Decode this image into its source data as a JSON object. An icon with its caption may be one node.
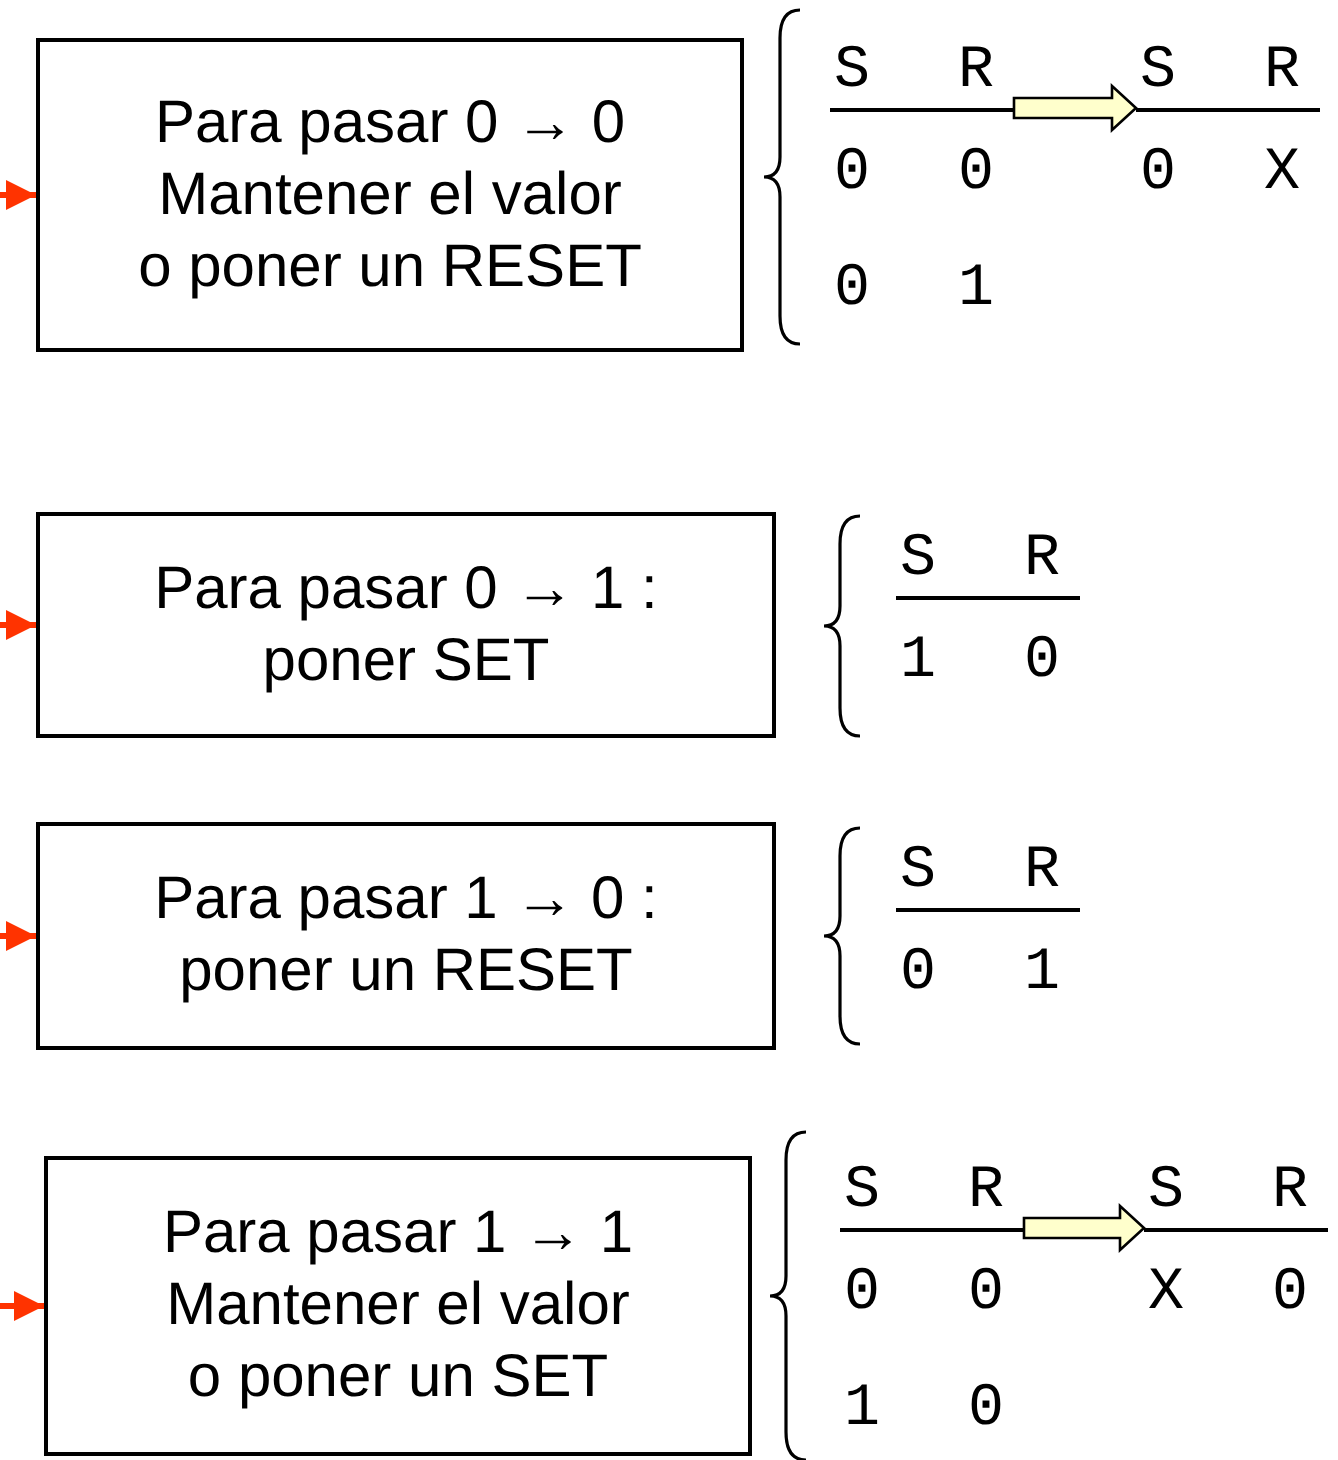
{
  "diagram": {
    "nodes": [
      {
        "text": [
          "Para pasar 0 → 0 Mantener el valor o poner un RESET"
        ]
      },
      {
        "text": [
          "S R",
          "0 0",
          "0 1"
        ]
      },
      {
        "text": [
          "S R",
          "0 X"
        ]
      },
      {
        "text": [
          "Para pasar 0 → 1 : poner SET"
        ]
      },
      {
        "text": [
          "S R",
          "1 0"
        ]
      },
      {
        "text": [
          "Para pasar 1 → 0 : poner un RESET"
        ]
      },
      {
        "text": [
          "S R",
          "0 1"
        ]
      },
      {
        "text": [
          "Para pasar 1 → 1 Mantener el valor o poner un SET"
        ]
      },
      {
        "text": [
          "S R",
          "0 0",
          "1 0"
        ]
      },
      {
        "text": [
          "S R",
          "X 0"
        ]
      }
    ],
    "edges": [
      {
        "from": null,
        "to": 0,
        "arrow": "to"
      },
      {
        "from": 1,
        "to": 2,
        "arrow": "to",
        "color": "#ffffcc"
      },
      {
        "from": null,
        "to": 3,
        "arrow": "to"
      },
      {
        "from": null,
        "to": 5,
        "arrow": "to"
      },
      {
        "from": null,
        "to": 7,
        "arrow": "to"
      },
      {
        "from": 8,
        "to": 9,
        "arrow": "to",
        "color": "#ffffcc"
      }
    ]
  }
}
